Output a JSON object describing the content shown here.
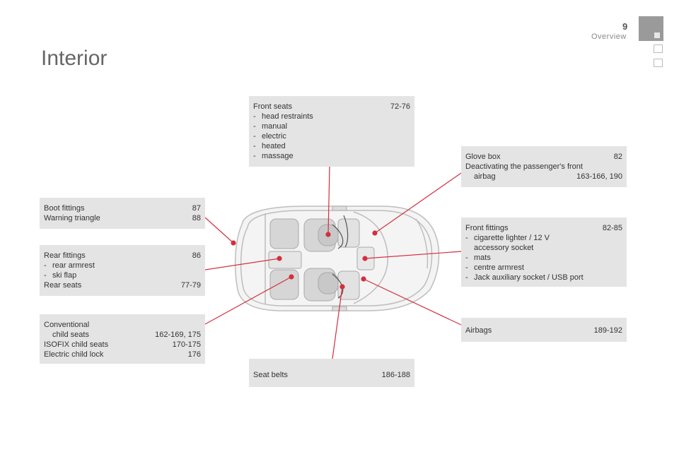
{
  "header": {
    "page_number": "9",
    "section": "Overview"
  },
  "title": "Interior",
  "callouts": {
    "front_seats": {
      "title": "Front seats",
      "pages": "72-76",
      "items": [
        "head restraints",
        "manual",
        "electric",
        "heated",
        "massage"
      ]
    },
    "glove_box": {
      "row1_label": "Glove box",
      "row1_pages": "82",
      "row2_label": "Deactivating the passenger's front",
      "row3_label": "airbag",
      "row3_pages": "163-166, 190"
    },
    "boot_fittings": {
      "row1_label": "Boot fittings",
      "row1_pages": "87",
      "row2_label": "Warning triangle",
      "row2_pages": "88"
    },
    "rear_fittings": {
      "title": "Rear fittings",
      "pages": "86",
      "items": [
        "rear armrest",
        "ski flap"
      ],
      "footer_label": "Rear seats",
      "footer_pages": "77-79"
    },
    "front_fittings": {
      "title": "Front fittings",
      "pages": "82-85",
      "item1_line1": "cigarette lighter / 12 V",
      "item1_line2": "accessory socket",
      "item2": "mats",
      "item3": "centre armrest",
      "item4": "Jack auxiliary socket / USB port"
    },
    "conventional": {
      "row1_label": "Conventional",
      "row2_label": "child seats",
      "row2_pages": "162-169, 175",
      "row3_label": "ISOFIX child seats",
      "row3_pages": "170-175",
      "row4_label": "Electric child lock",
      "row4_pages": "176"
    },
    "airbags": {
      "label": "Airbags",
      "pages": "189-192"
    },
    "seat_belts": {
      "label": "Seat belts",
      "pages": "186-188"
    }
  },
  "colors": {
    "leader_line": "#d32f3f",
    "callout_bg": "#e4e4e4",
    "tab_active": "#9a9a9a"
  },
  "bullet": "-"
}
